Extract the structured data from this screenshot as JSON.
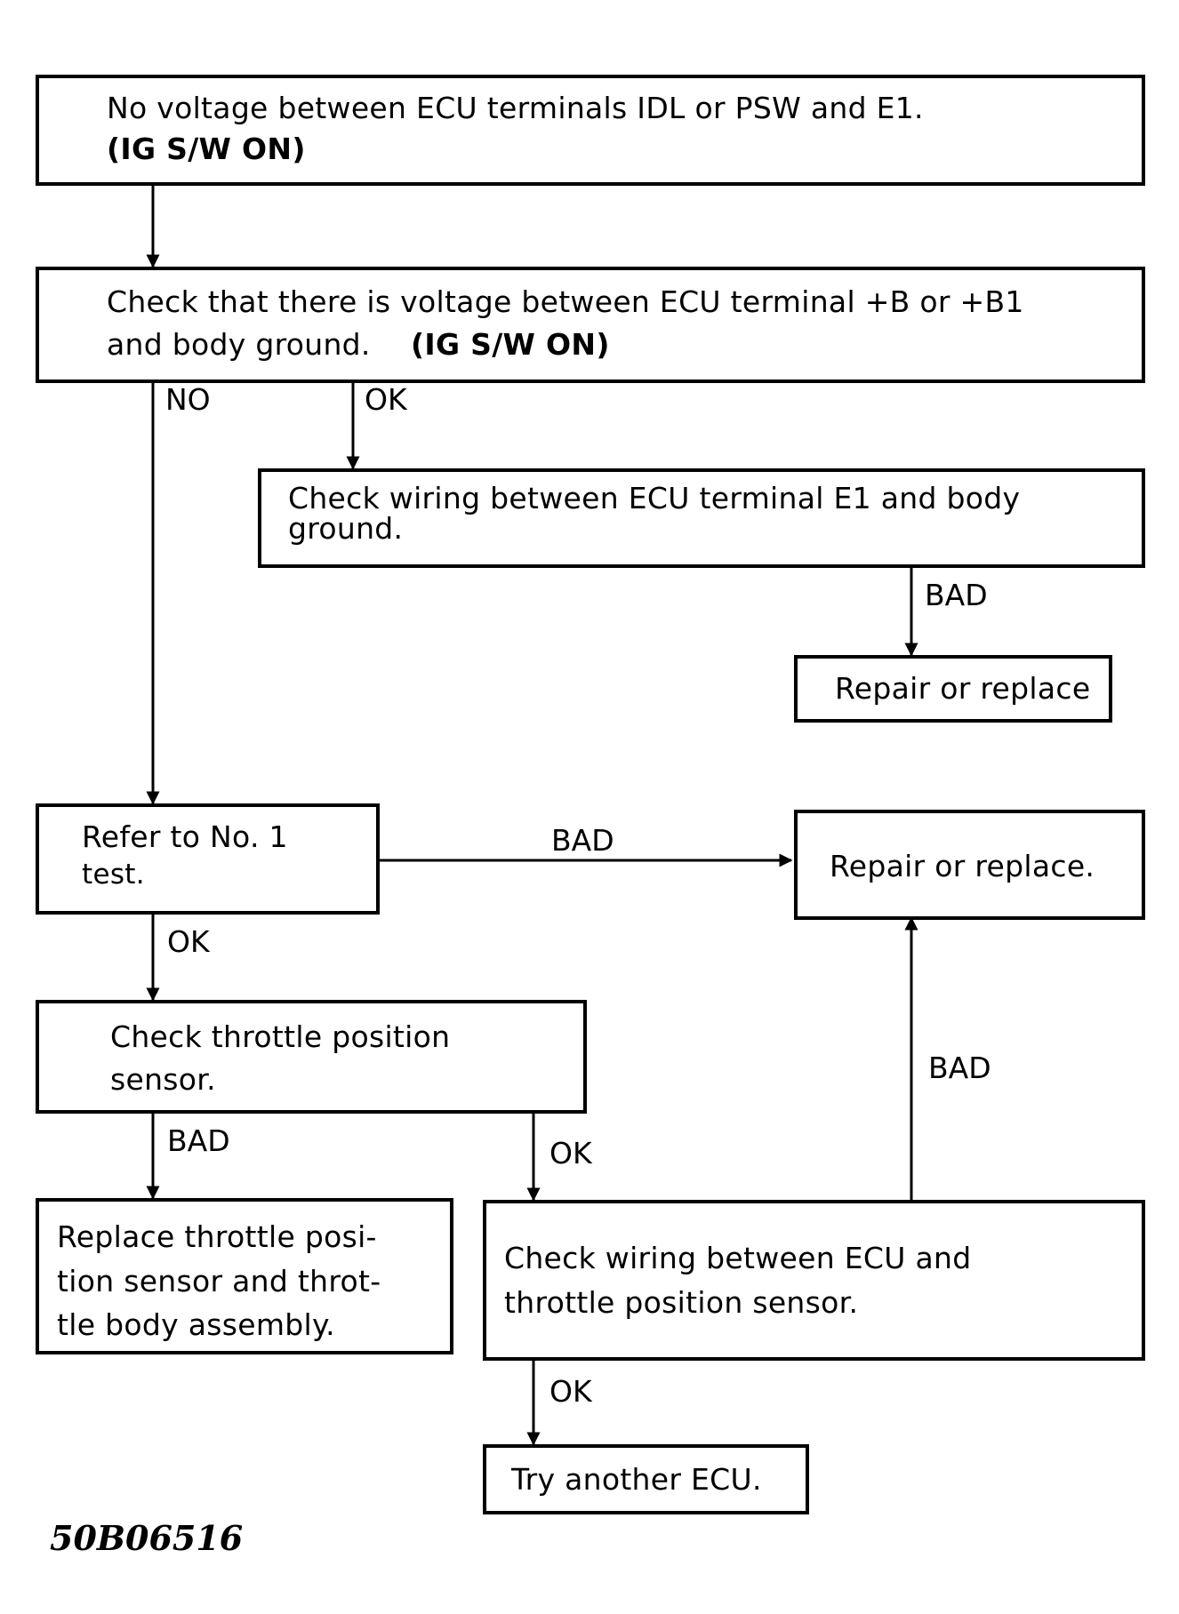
{
  "boxes": {
    "b1": {
      "line1": "No voltage between ECU terminals IDL or PSW and E1.",
      "line2": "(IG S/W ON)"
    },
    "b2": {
      "line1": "Check that there is voltage between ECU terminal +B or +B1",
      "line2a": "and body ground.",
      "line2b": "(IG S/W ON)"
    },
    "b3": {
      "line1": "Check wiring between ECU terminal E1 and body",
      "line2": "ground."
    },
    "b4": {
      "line1": "Repair or replace"
    },
    "b5": {
      "line1": "Refer to No. 1",
      "line2": "test."
    },
    "b6": {
      "line1": "Repair or replace."
    },
    "b7": {
      "line1": "Check throttle position",
      "line2": "sensor."
    },
    "b8": {
      "line1": "Replace throttle posi-",
      "line2": "tion sensor and throt-",
      "line3": "tle body assembly."
    },
    "b9": {
      "line1": "Check wiring between ECU and",
      "line2": "throttle position sensor."
    },
    "b10": {
      "line1": "Try another ECU."
    }
  },
  "labels": {
    "no_b2": "NO",
    "ok_b2": "OK",
    "bad_b3": "BAD",
    "bad_b5": "BAD",
    "ok_b5": "OK",
    "bad_b7": "BAD",
    "ok_b7": "OK",
    "bad_b9": "BAD",
    "ok_b9": "OK"
  },
  "figure_id": "50B06516"
}
